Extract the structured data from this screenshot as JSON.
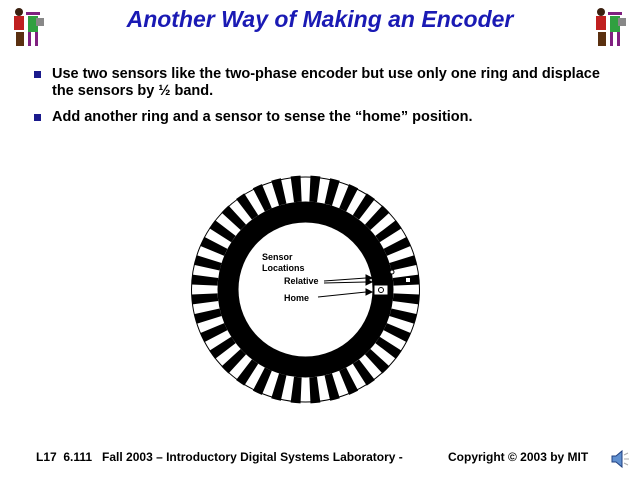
{
  "title": "Another Way of Making an Encoder",
  "bullets": [
    "Use two sensors like the two-phase encoder but use only one ring and displace the sensors by ½ band.",
    "Add another ring and a sensor to sense the “home” position."
  ],
  "diagram": {
    "label_sensor": "Sensor",
    "label_locations": "Locations",
    "label_relative": "Relative",
    "label_home": "Home",
    "stripe_count": 36
  },
  "footer": {
    "left": "L17  6.111   Fall 2003 – Introductory Digital Systems Laboratory -",
    "right": "Copyright © 2003 by MIT"
  },
  "colors": {
    "title": "#1a1ab4",
    "bullet": "#1a1a8c"
  }
}
